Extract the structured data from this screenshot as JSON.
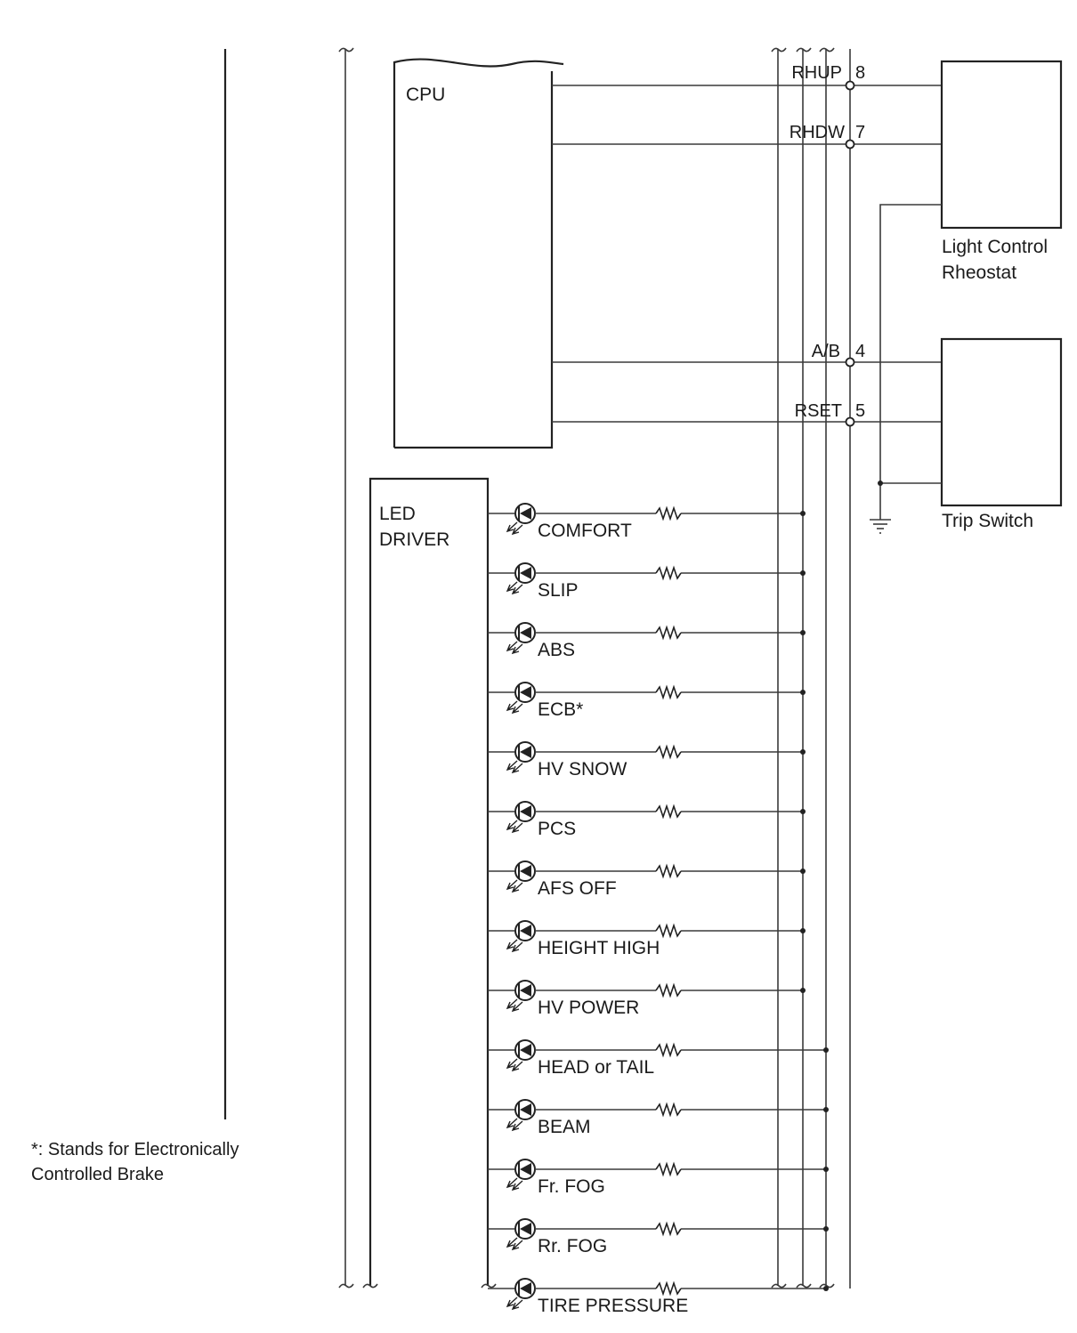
{
  "cpu": {
    "label": "CPU"
  },
  "led_driver": {
    "label_line1": "LED",
    "label_line2": "DRIVER"
  },
  "signals": [
    {
      "name": "RHUP",
      "pin": "8"
    },
    {
      "name": "RHDW",
      "pin": "7"
    },
    {
      "name": "A/B",
      "pin": "4"
    },
    {
      "name": "RSET",
      "pin": "5"
    }
  ],
  "rheostat": {
    "label_line1": "Light Control",
    "label_line2": "Rheostat"
  },
  "trip_switch": {
    "label": "Trip Switch"
  },
  "indicators": [
    {
      "label": "COMFORT",
      "bus": 1
    },
    {
      "label": "SLIP",
      "bus": 1
    },
    {
      "label": "ABS",
      "bus": 1
    },
    {
      "label": "ECB*",
      "bus": 1
    },
    {
      "label": "HV SNOW",
      "bus": 1
    },
    {
      "label": "PCS",
      "bus": 1
    },
    {
      "label": "AFS OFF",
      "bus": 1
    },
    {
      "label": "HEIGHT HIGH",
      "bus": 1
    },
    {
      "label": "HV POWER",
      "bus": 1
    },
    {
      "label": "HEAD or TAIL",
      "bus": 2
    },
    {
      "label": "BEAM",
      "bus": 2
    },
    {
      "label": "Fr. FOG",
      "bus": 2
    },
    {
      "label": "Rr. FOG",
      "bus": 2
    },
    {
      "label": "TIRE PRESSURE",
      "bus": 2
    }
  ],
  "footnote": {
    "line1": "*: Stands for Electronically",
    "line2": "Controlled Brake"
  }
}
